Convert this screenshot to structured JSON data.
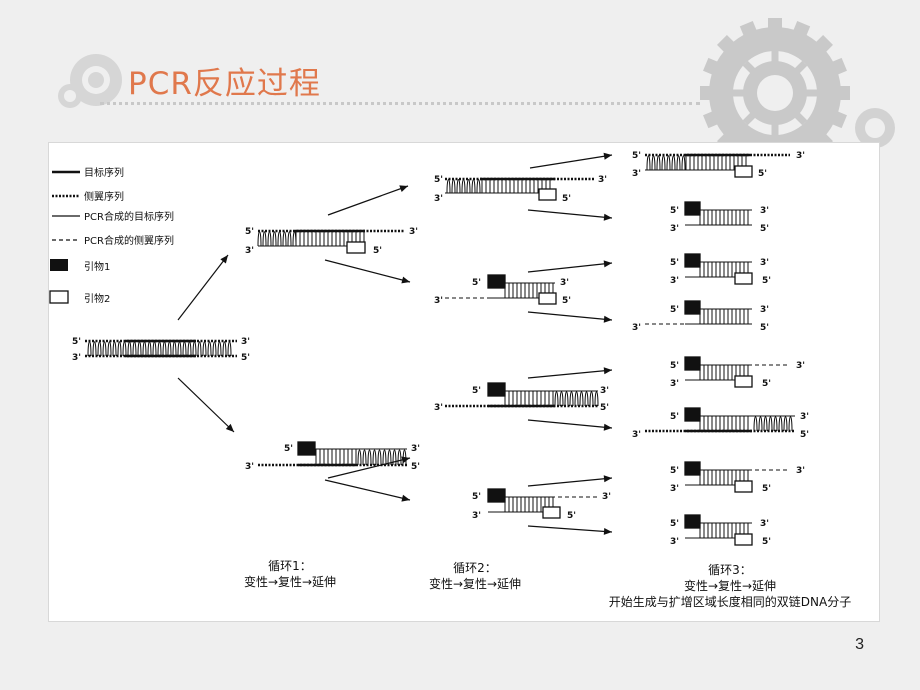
{
  "slide": {
    "title": "PCR反应过程",
    "page_number": "3"
  },
  "legend": {
    "target": "目标序列",
    "flank": "侧翼序列",
    "pcr_target": "PCR合成的目标序列",
    "pcr_flank": "PCR合成的侧翼序列",
    "primer1": "引物1",
    "primer2": "引物2"
  },
  "ends": {
    "five": "5'",
    "three": "3'"
  },
  "captions": {
    "cycle1_title": "循环1：",
    "cycle1_steps": "变性→复性→延伸",
    "cycle2_title": "循环2：",
    "cycle2_steps": "变性→复性→延伸",
    "cycle3_title": "循环3：",
    "cycle3_steps": "变性→复性→延伸",
    "cycle3_note": "开始生成与扩增区域长度相同的双链DNA分子"
  },
  "colors": {
    "title": "#e0784c",
    "gear": "#c8c8c8",
    "ink": "#111111"
  }
}
